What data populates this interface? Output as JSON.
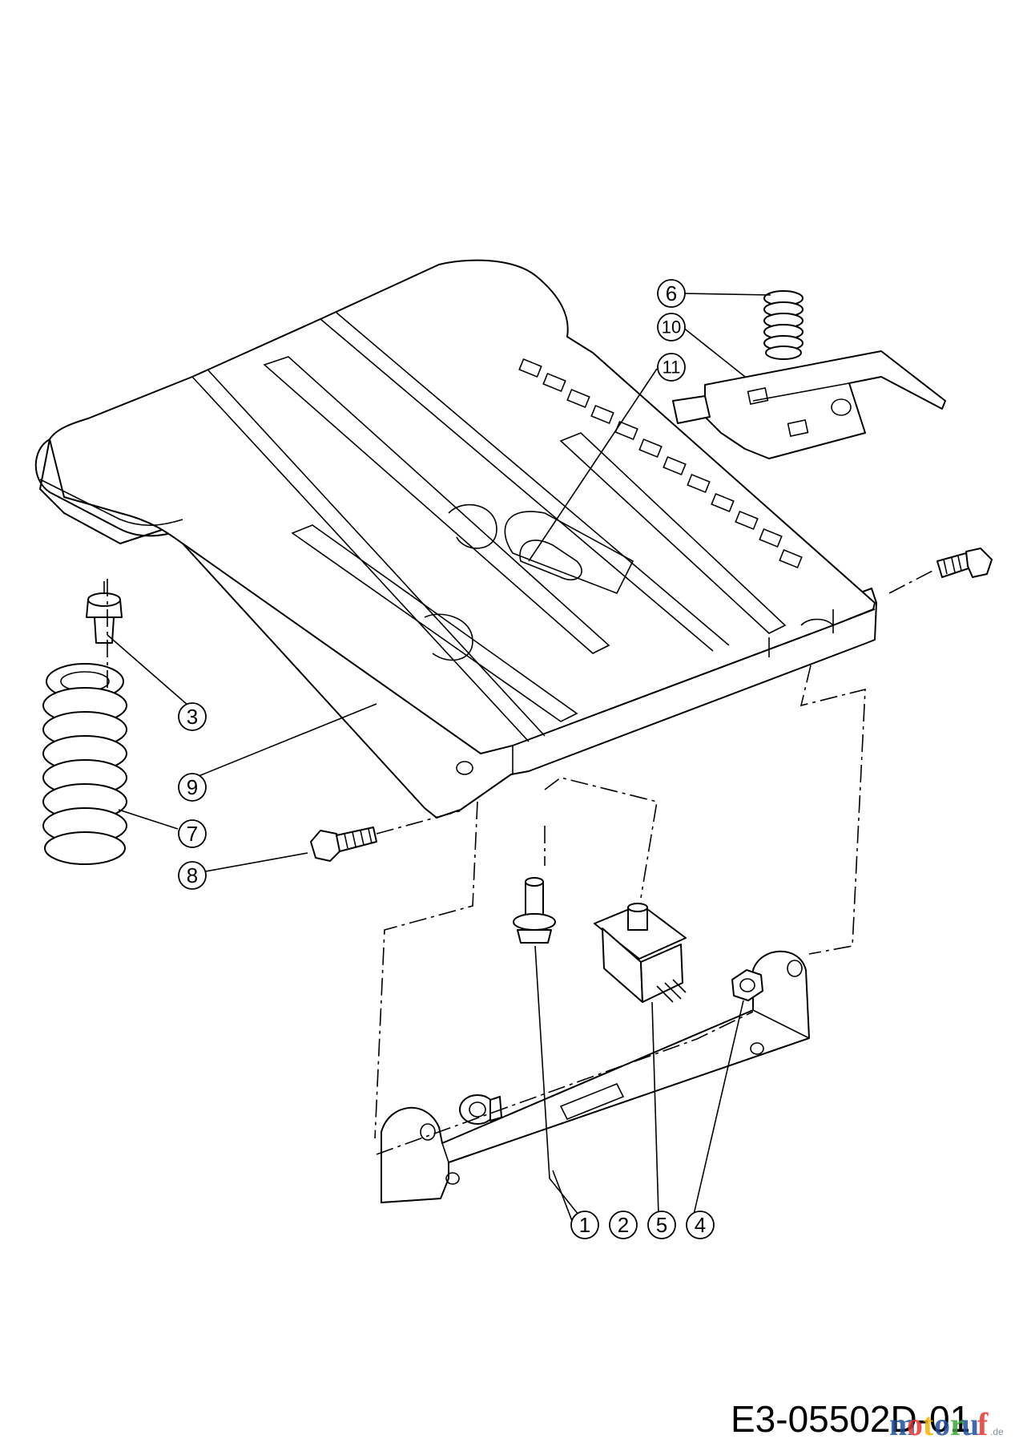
{
  "callouts": [
    {
      "id": "c1",
      "label": "1"
    },
    {
      "id": "c2",
      "label": "2"
    },
    {
      "id": "c3",
      "label": "3"
    },
    {
      "id": "c4",
      "label": "4"
    },
    {
      "id": "c5",
      "label": "5"
    },
    {
      "id": "c6",
      "label": "6"
    },
    {
      "id": "c7",
      "label": "7"
    },
    {
      "id": "c8",
      "label": "8"
    },
    {
      "id": "c9",
      "label": "9"
    },
    {
      "id": "c10",
      "label": "10"
    },
    {
      "id": "c11",
      "label": "11"
    }
  ],
  "drawing_code": "E3-05502D-01",
  "watermark": {
    "letters": [
      "m",
      "o",
      "t",
      "o",
      "r",
      "u",
      "f"
    ],
    "suffix": ".de",
    "colors": [
      "#1f4e9c",
      "#e8342f",
      "#f3b200",
      "#1f4e9c",
      "#39a935",
      "#1f4e9c",
      "#e8342f"
    ]
  }
}
